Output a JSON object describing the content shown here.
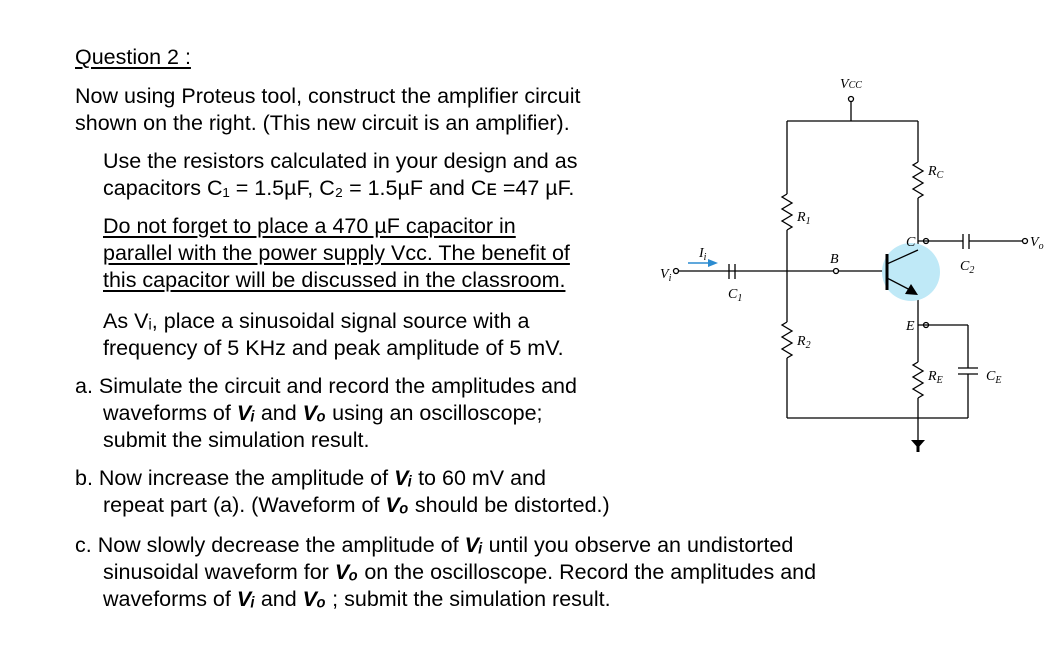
{
  "title": "Question 2 :",
  "intro": [
    "Now using Proteus tool, construct the amplifier circuit",
    "shown on the right. (This new circuit is an amplifier)."
  ],
  "para1": [
    "Use the resistors calculated in your design and as",
    "capacitors C₁ = 1.5µF, C₂ = 1.5µF and Cᴇ =47 µF."
  ],
  "para2": [
    "Do not forget to place a 470 µF capacitor in",
    "parallel with the power supply Vcc. The benefit of",
    "this capacitor will be discussed in the classroom."
  ],
  "para3": [
    "As Vᵢ, place a sinusoidal signal source with a",
    "frequency of 5 KHz and peak amplitude of 5 mV."
  ],
  "item_a": {
    "line1": "a. Simulate the circuit and record the amplitudes and",
    "l2_pre": "waveforms of ",
    "vi": "Vᵢ",
    "l2_mid": " and ",
    "vo": "Vₒ",
    "l2_post": " using an oscilloscope;",
    "line3": "submit the simulation result."
  },
  "item_b": {
    "l1_pre": "b. Now increase the amplitude of ",
    "vi": "Vᵢ",
    "l1_post": " to 60 mV and",
    "l2_pre": "repeat part (a). (Waveform of ",
    "vo": "Vₒ",
    "l2_post": " should be distorted.)"
  },
  "item_c": {
    "l1_pre": "c. Now slowly decrease the amplitude of ",
    "vi": "Vᵢ",
    "l1_post": " until you observe an undistorted",
    "l2_pre": "sinusoidal waveform for ",
    "vo": "Vₒ",
    "l2_post": " on the oscilloscope. Record the amplitudes and",
    "l3_pre": "waveforms of ",
    "l3_mid": " and ",
    "l3_post": " ; submit the simulation result."
  },
  "circuit": {
    "vcc": "V",
    "vcc_sub": "CC",
    "rc": "R",
    "rc_sub": "C",
    "r1": "R",
    "r1_sub": "1",
    "r2": "R",
    "r2_sub": "2",
    "re": "R",
    "re_sub": "E",
    "ce": "C",
    "ce_sub": "E",
    "c1": "C",
    "c1_sub": "1",
    "c2": "C",
    "c2_sub": "2",
    "vi": "V",
    "vi_sub": "i",
    "ii": "I",
    "ii_sub": "i",
    "vo": "V",
    "vo_sub": "o",
    "node_b": "B",
    "node_c": "C",
    "node_e": "E",
    "highlight_color": "#bfe9f7"
  }
}
